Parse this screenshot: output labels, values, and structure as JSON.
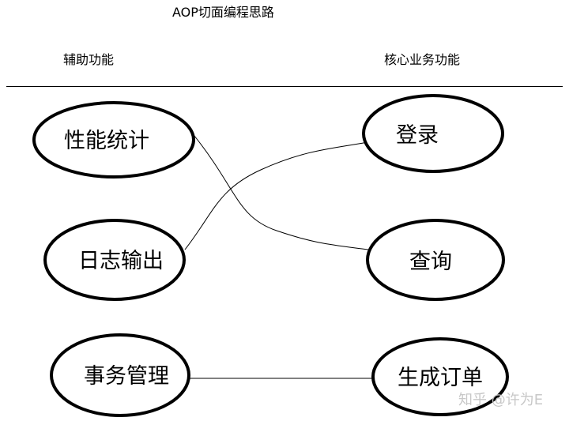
{
  "title": "AOP切面编程思路",
  "columns": {
    "left": "辅助功能",
    "right": "核心业务功能"
  },
  "nodes": {
    "perf": "性能统计",
    "log": "日志输出",
    "tx": "事务管理",
    "login": "登录",
    "query": "查询",
    "order": "生成订单"
  },
  "watermark": "知乎 @许为E"
}
